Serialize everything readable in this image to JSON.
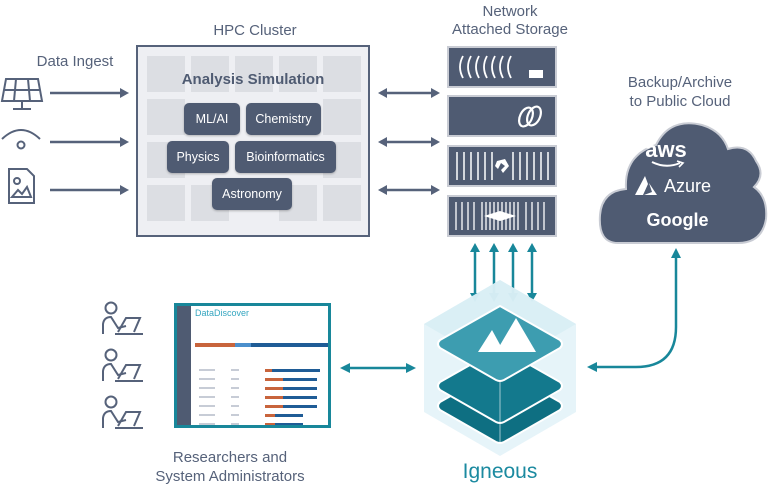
{
  "sections": {
    "data_ingest": {
      "title": "Data Ingest",
      "sources": [
        "solar-panel",
        "wireless-signal",
        "image-file"
      ]
    },
    "hpc_cluster": {
      "title": "HPC Cluster",
      "heading": "Analysis Simulation",
      "workloads": [
        "ML/AI",
        "Chemistry",
        "Physics",
        "Bioinformatics",
        "Astronomy"
      ]
    },
    "nas": {
      "title_line1": "Network",
      "title_line2": "Attached Storage",
      "appliances": [
        "wave-storage-appliance",
        "rings-storage-appliance",
        "pure-storage-appliance",
        "diamond-storage-appliance"
      ]
    },
    "cloud": {
      "title_line1": "Backup/Archive",
      "title_line2": "to Public Cloud",
      "providers": [
        "aws",
        "Azure",
        "Google"
      ]
    },
    "users": {
      "label_line1": "Researchers and",
      "label_line2": "System Administrators",
      "dashboard_title": "DataDiscover"
    },
    "igneous": {
      "label": "Igneous"
    }
  },
  "colors": {
    "slate": "#4f5b72",
    "teal": "#18879a",
    "hpc_bg": "#eeeff3",
    "cell": "#dcdee3",
    "bar_orange": "#c8643c",
    "bar_blue": "#1f5c96"
  }
}
